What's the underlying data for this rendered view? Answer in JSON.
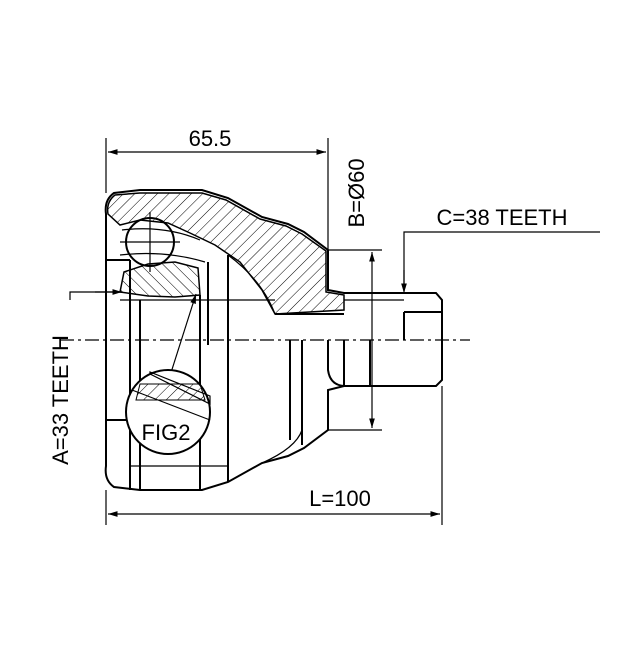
{
  "drawing": {
    "dimension_overall_length": "L=100",
    "dimension_bell_length": "65.5",
    "dimension_diameter": "B=Ø60",
    "spline_inner": "A=33 TEETH",
    "spline_outer": "C=38 TEETH",
    "detail_label": "FIG2"
  },
  "colors": {
    "ink": "#000000",
    "paper": "#ffffff"
  }
}
